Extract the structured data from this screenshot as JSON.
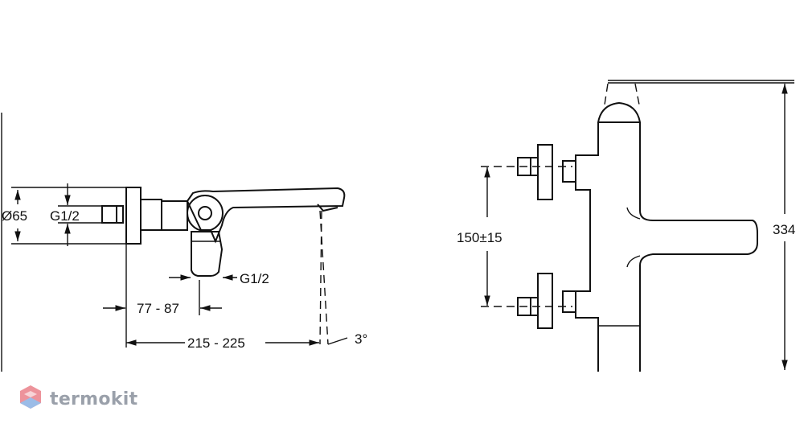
{
  "side_view": {
    "diameter_label": "Ø65",
    "thread_label_top": "G1/2",
    "thread_label_bottom": "G1/2",
    "reach_label": "77 - 87",
    "length_label": "215 - 225",
    "angle_label": "3°"
  },
  "front_view": {
    "spacing_label": "150±15",
    "height_label": "334"
  },
  "watermark": {
    "brand": "termokit",
    "logo_colors": [
      "#e8707a",
      "#7aa6e0"
    ]
  }
}
